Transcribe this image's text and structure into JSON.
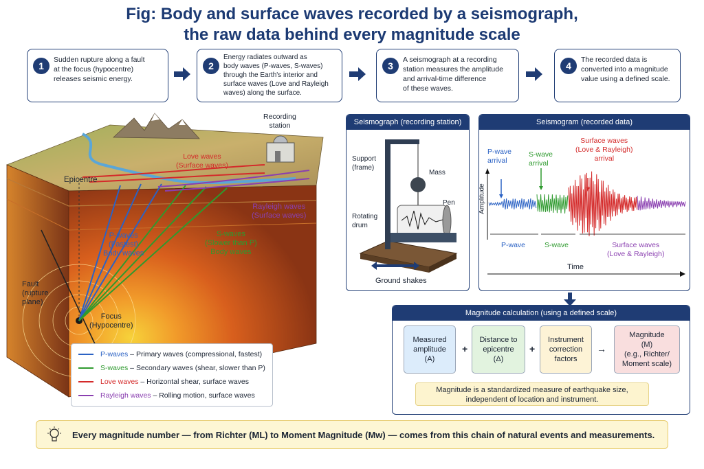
{
  "title": "Fig: Body and surface waves recorded by a seismograph,\nthe raw data behind every magnitude scale",
  "steps": [
    {
      "num": "1",
      "text": "Sudden rupture along a fault\nat the focus (hypocentre)\nreleases seismic energy."
    },
    {
      "num": "2",
      "text": "Energy radiates outward as\nbody waves (P-waves, S-waves)\nthrough the Earth's interior and\nsurface waves (Love and Rayleigh\nwaves) along the surface."
    },
    {
      "num": "3",
      "text": "A seismograph at a recording\nstation measures the amplitude\nand arrival-time difference\nof these waves."
    },
    {
      "num": "4",
      "text": "The recorded data is\nconverted into a magnitude\nvalue using a defined scale."
    }
  ],
  "cross_section": {
    "recording_station": "Recording\nstation",
    "epicentre": "Epicentre",
    "love_waves": "Love waves\n(Surface waves)",
    "rayleigh_waves": "Rayleigh waves\n(Surface waves)",
    "p_waves": "P-waves\n(Fastest)\nBody waves",
    "s_waves": "S-waves\n(Slower than P)\nBody waves",
    "fault": "Fault\n(rupture\nplane)",
    "focus": "Focus\n(Hypocentre)"
  },
  "legend": [
    {
      "name": "P-waves",
      "desc": " – Primary waves (compressional, fastest)",
      "color": "#2b62c4"
    },
    {
      "name": "S-waves",
      "desc": " – Secondary waves (shear, slower than P)",
      "color": "#2e9a2e"
    },
    {
      "name": "Love waves",
      "desc": " – Horizontal shear, surface waves",
      "color": "#d42a2a"
    },
    {
      "name": "Rayleigh waves",
      "desc": " – Rolling motion, surface waves",
      "color": "#8a3fb0"
    }
  ],
  "seismograph": {
    "header": "Seismograph (recording station)",
    "support": "Support\n(frame)",
    "mass": "Mass",
    "pen": "Pen",
    "drum": "Rotating\ndrum",
    "ground": "Ground shakes"
  },
  "seismogram": {
    "header": "Seismogram (recorded data)",
    "p_arrival": "P-wave\narrival",
    "s_arrival": "S-wave\narrival",
    "surface_arrival": "Surface waves\n(Love & Rayleigh)\narrival",
    "amplitude": "Amplitude",
    "p_seg": "P-wave",
    "s_seg": "S-wave",
    "surface_seg": "Surface waves\n(Love & Rayleigh)",
    "time": "Time"
  },
  "calc": {
    "header": "Magnitude calculation (using a defined scale)",
    "boxes": [
      {
        "text": "Measured\namplitude\n(A)",
        "color": "#dcecfb"
      },
      {
        "text": "Distance to\nepicentre\n(Δ)",
        "color": "#e2f3df"
      },
      {
        "text": "Instrument\ncorrection\nfactors",
        "color": "#fdf3d6"
      },
      {
        "text": "Magnitude\n(M)\n(e.g., Richter/\nMoment scale)",
        "color": "#f9dede"
      }
    ],
    "plus1": "+",
    "plus2": "+",
    "arrow": "→",
    "note": "Magnitude is a standardized measure of earthquake size,\nindependent of location and instrument."
  },
  "footer": "Every magnitude number — from Richter (ML) to Moment Magnitude (Mw) — comes from this chain of natural events and measurements."
}
